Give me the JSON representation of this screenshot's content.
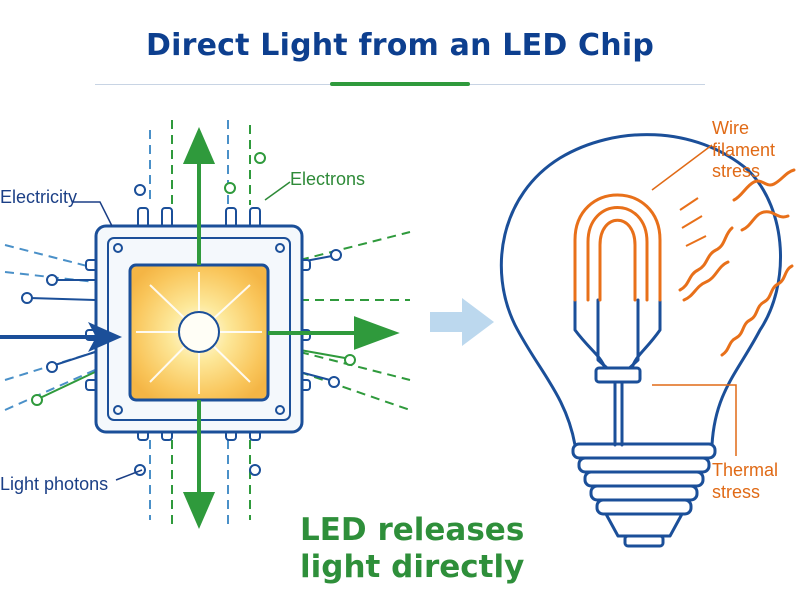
{
  "title": "Direct Light from an LED Chip",
  "labels": {
    "electricity": "Electricity",
    "electrons": "Electrons",
    "light_photons": "Light photons",
    "wire_filament_stress": "Wire filament stress",
    "thermal_stress": "Thermal stress",
    "led_releases": "LED releases light directly"
  },
  "colors": {
    "title": "#0d3f8f",
    "chip_blue": "#1b4f99",
    "glow_yellow": "#f9c55a",
    "arrow_green": "#2f9a3c",
    "filament_orange": "#e8701a",
    "transition_arrow": "#bcd8ee"
  }
}
